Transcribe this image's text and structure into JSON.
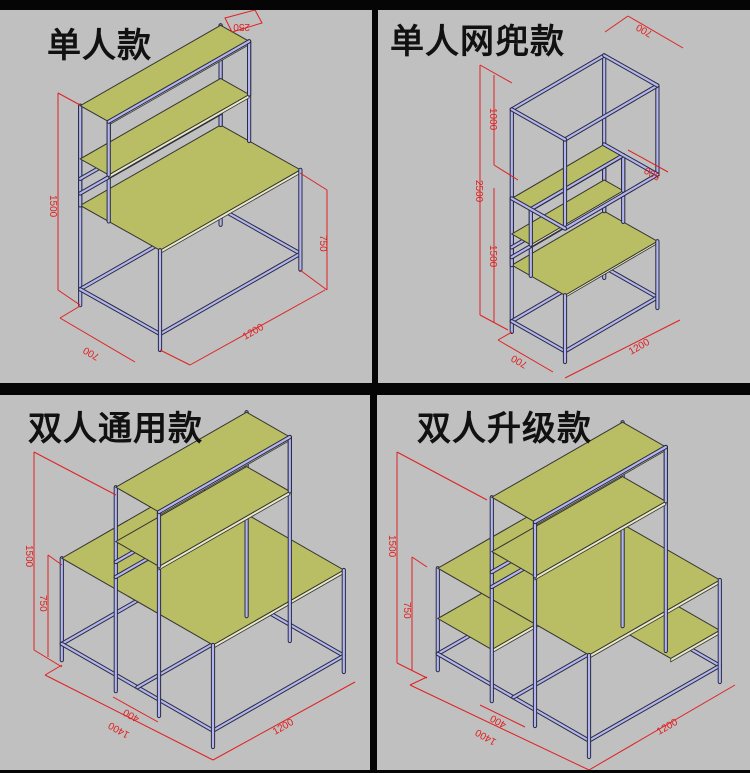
{
  "panels": [
    {
      "title": "单人款",
      "dims": {
        "total_height": "1500",
        "desk_height": "750",
        "width": "1200",
        "depth": "700",
        "shelf_depth": "250"
      }
    },
    {
      "title": "单人网兜款",
      "dims": {
        "total_height": "2500",
        "cage_height": "1000",
        "frame_height": "1500",
        "cage_depth": "700",
        "cage_offset": "500",
        "width": "1200",
        "depth": "700"
      }
    },
    {
      "title": "双人通用款",
      "dims": {
        "total_height": "1500",
        "desk_height": "750",
        "depth": "1400",
        "shelf_depth": "400",
        "width": "1200"
      }
    },
    {
      "title": "双人升级款",
      "dims": {
        "total_height": "1500",
        "desk_height": "750",
        "depth": "1400",
        "shelf_depth": "400",
        "width": "1200"
      }
    }
  ],
  "colors": {
    "background": "#c0c0c0",
    "board": "#b9bd63",
    "pipe": "#b3b6ee",
    "dimension": "#e02020",
    "border": "#050505"
  }
}
